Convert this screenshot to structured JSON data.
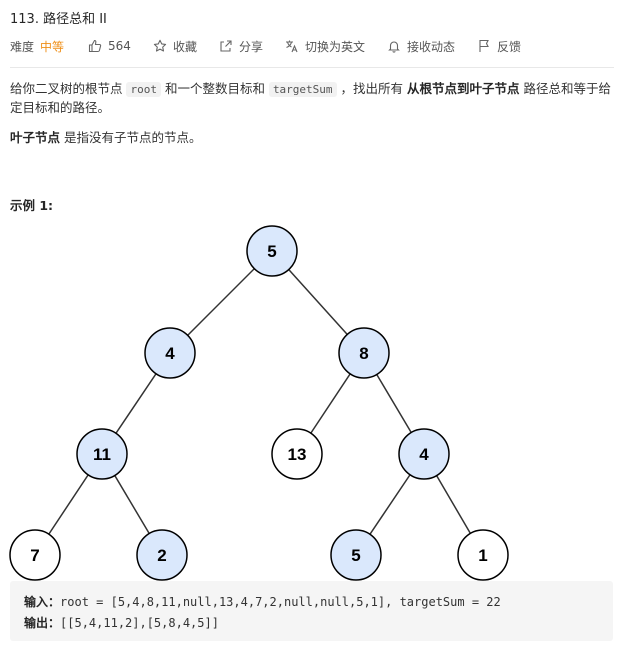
{
  "problem": {
    "title": "113. 路径总和 II",
    "difficulty_label": "难度",
    "difficulty_value": "中等"
  },
  "actions": [
    {
      "name": "like-button",
      "icon": "thumbs-up-icon",
      "label": "564"
    },
    {
      "name": "favorite-button",
      "icon": "star-icon",
      "label": "收藏"
    },
    {
      "name": "share-button",
      "icon": "share-icon",
      "label": "分享"
    },
    {
      "name": "language-toggle-button",
      "icon": "translate-icon",
      "label": "切换为英文"
    },
    {
      "name": "notify-button",
      "icon": "bell-icon",
      "label": "接收动态"
    },
    {
      "name": "feedback-button",
      "icon": "flag-icon",
      "label": "反馈"
    }
  ],
  "description": {
    "p1_a": "给你二叉树的根节点 ",
    "code_root": "root",
    "p1_b": " 和一个整数目标和 ",
    "code_target": "targetSum",
    "p1_c": " ，找出所有 ",
    "p1_bold": "从根节点到叶子节点",
    "p1_d": " 路径总和等于给定目标和的路径。",
    "p2_bold": "叶子节点",
    "p2_rest": " 是指没有子节点的节点。"
  },
  "example": {
    "title": "示例 1:",
    "input_label": "输入：",
    "input_value": "root = [5,4,8,11,null,13,4,7,2,null,null,5,1], targetSum = 22",
    "output_label": "输出：",
    "output_value": "[[5,4,11,2],[5,8,4,5]]"
  },
  "tree": {
    "nodes": [
      {
        "value": "5",
        "highlight": true
      },
      {
        "value": "4",
        "highlight": true
      },
      {
        "value": "8",
        "highlight": true
      },
      {
        "value": "11",
        "highlight": true
      },
      {
        "value": "13",
        "highlight": false
      },
      {
        "value": "4",
        "highlight": true
      },
      {
        "value": "7",
        "highlight": false
      },
      {
        "value": "2",
        "highlight": true
      },
      {
        "value": "5",
        "highlight": true
      },
      {
        "value": "1",
        "highlight": false
      }
    ],
    "edges": [
      [
        0,
        1
      ],
      [
        0,
        2
      ],
      [
        1,
        3
      ],
      [
        2,
        4
      ],
      [
        2,
        5
      ],
      [
        3,
        6
      ],
      [
        3,
        7
      ],
      [
        5,
        8
      ],
      [
        5,
        9
      ]
    ],
    "colors": {
      "highlight_fill": "#dae8fc",
      "plain_fill": "#ffffff",
      "stroke": "#000000",
      "edge": "#333333"
    }
  },
  "colors": {
    "accent": "#ef8f18"
  }
}
